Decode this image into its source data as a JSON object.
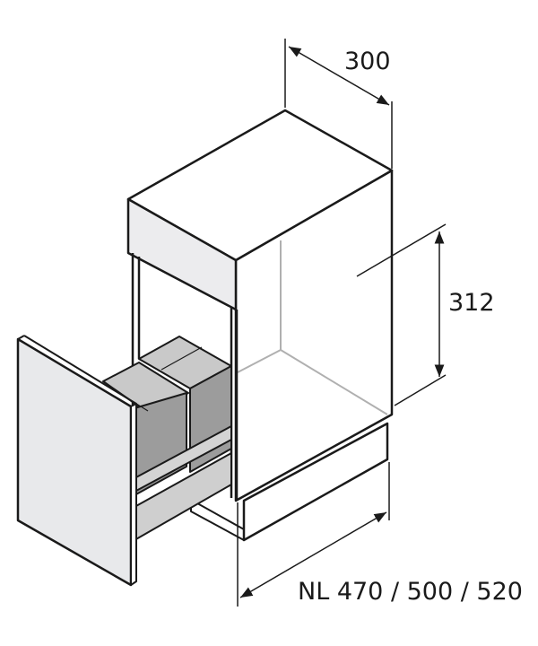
{
  "dimensions": {
    "width_label": "300",
    "height_label": "312",
    "depth_label": "NL 470 / 500 / 520"
  },
  "colors": {
    "line": "#1a1a1a",
    "panel": "#e8e9eb",
    "bin_top": "#c9c9c9",
    "bin_front": "#9c9c9c",
    "interior_line": "#b0b0b0"
  }
}
